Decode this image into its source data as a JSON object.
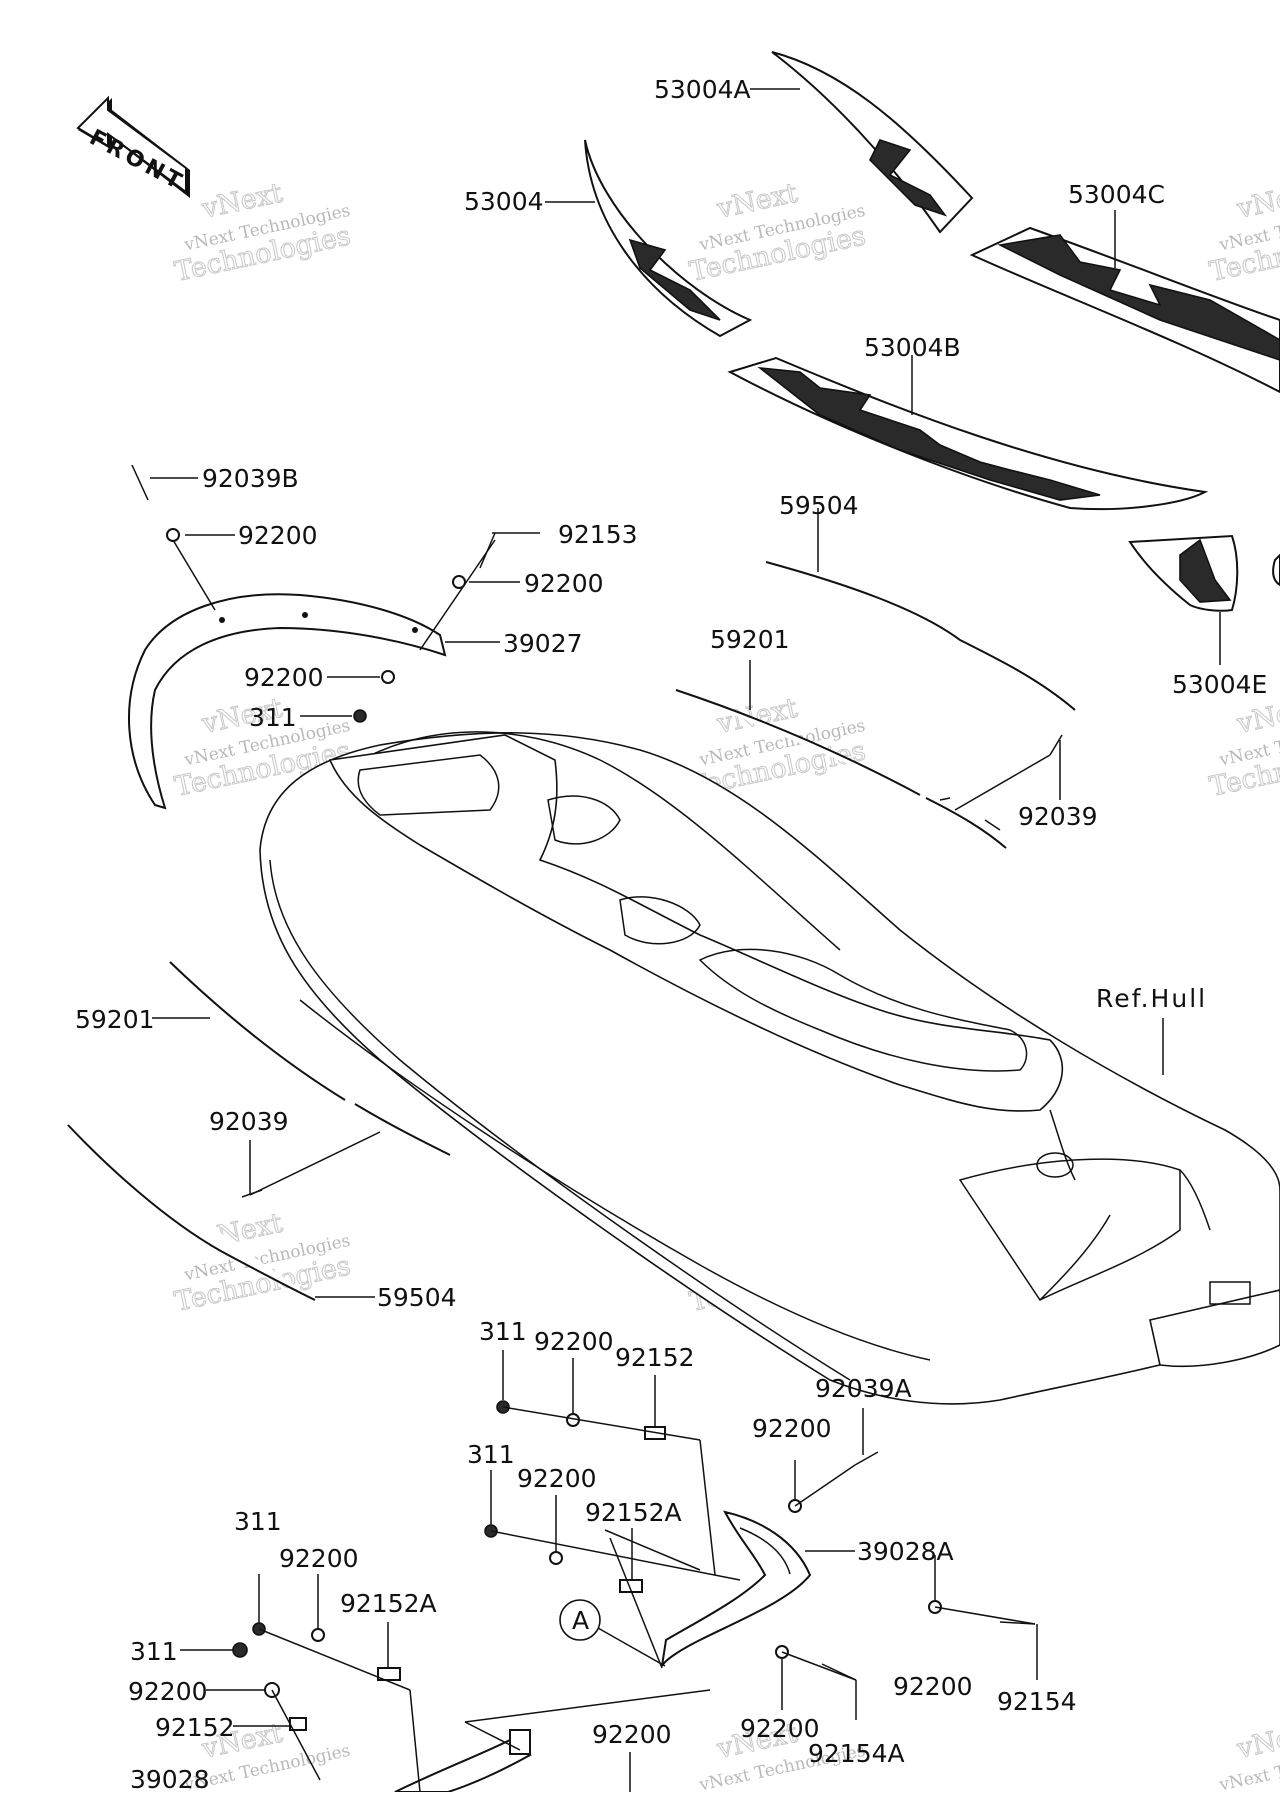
{
  "front_arrow": {
    "text": "FRONT"
  },
  "watermark": {
    "line1": "vNext Technologies",
    "line2": "Technologies",
    "line0": "vNext"
  },
  "labels": {
    "l_53004A": "53004A",
    "l_53004": "53004",
    "l_53004C": "53004C",
    "l_53004B": "53004B",
    "l_53004E": "53004E",
    "l_92039B": "92039B",
    "l_92200_a": "92200",
    "l_92153": "92153",
    "l_92200_b": "92200",
    "l_39027": "39027",
    "l_92200_c": "92200",
    "l_311_a": "311",
    "l_59504_a": "59504",
    "l_59201_a": "59201",
    "l_92039_a": "92039",
    "l_refhull": "Ref.Hull",
    "l_59201_b": "59201",
    "l_92039_b": "92039",
    "l_59504_b": "59504",
    "l_311_b": "311",
    "l_92200_d": "92200",
    "l_92152_a": "92152",
    "l_92039A": "92039A",
    "l_92200_e": "92200",
    "l_311_c": "311",
    "l_92200_f": "92200",
    "l_92152A_a": "92152A",
    "l_39028A": "39028A",
    "l_311_d": "311",
    "l_92200_g": "92200",
    "l_92152A_b": "92152A",
    "l_callout_a": "A",
    "l_311_e": "311",
    "l_92200_h": "92200",
    "l_92152_b": "92152",
    "l_92200_i": "92200",
    "l_92154": "92154",
    "l_92200_j": "92200",
    "l_92154A": "92154A",
    "l_92200_k": "92200",
    "l_39028": "39028"
  }
}
